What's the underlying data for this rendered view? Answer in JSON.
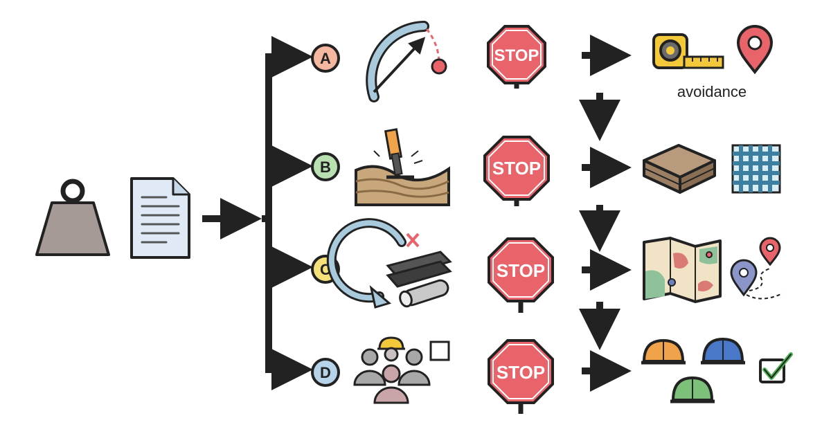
{
  "colors": {
    "stroke": "#222222",
    "stop_red": "#e8636a",
    "badge_a": "#f5b7a0",
    "badge_b": "#b9e0b0",
    "badge_c": "#f6e27a",
    "badge_d": "#b7d3ea",
    "arc_blue": "#a9c9dc",
    "soil": "#c9a77c",
    "weight_gray": "#a59a96",
    "doc_blue": "#dfeaf6"
  },
  "left": {
    "weight_icon": "weight-icon",
    "document_icon": "document-icon"
  },
  "rows": [
    {
      "id": "A",
      "badge": "A",
      "hazard_icon": "swing-radius-icon",
      "stop_label": "STOP",
      "control_icons": [
        "tape-measure-icon",
        "location-pin-icon"
      ],
      "control_caption": "avoidance"
    },
    {
      "id": "B",
      "badge": "B",
      "hazard_icon": "ground-compaction-icon",
      "stop_label": "STOP",
      "control_icons": [
        "mat-stack-icon",
        "grid-mesh-icon"
      ],
      "control_caption": ""
    },
    {
      "id": "C",
      "badge": "C",
      "hazard_icon": "rotating-load-icon",
      "stop_label": "STOP",
      "control_icons": [
        "site-map-icon",
        "route-pins-icon"
      ],
      "control_caption": ""
    },
    {
      "id": "D",
      "badge": "D",
      "hazard_icon": "crew-group-icon",
      "stop_label": "STOP",
      "control_icons": [
        "hard-hats-icon",
        "checkbox-icon"
      ],
      "control_caption": ""
    }
  ]
}
